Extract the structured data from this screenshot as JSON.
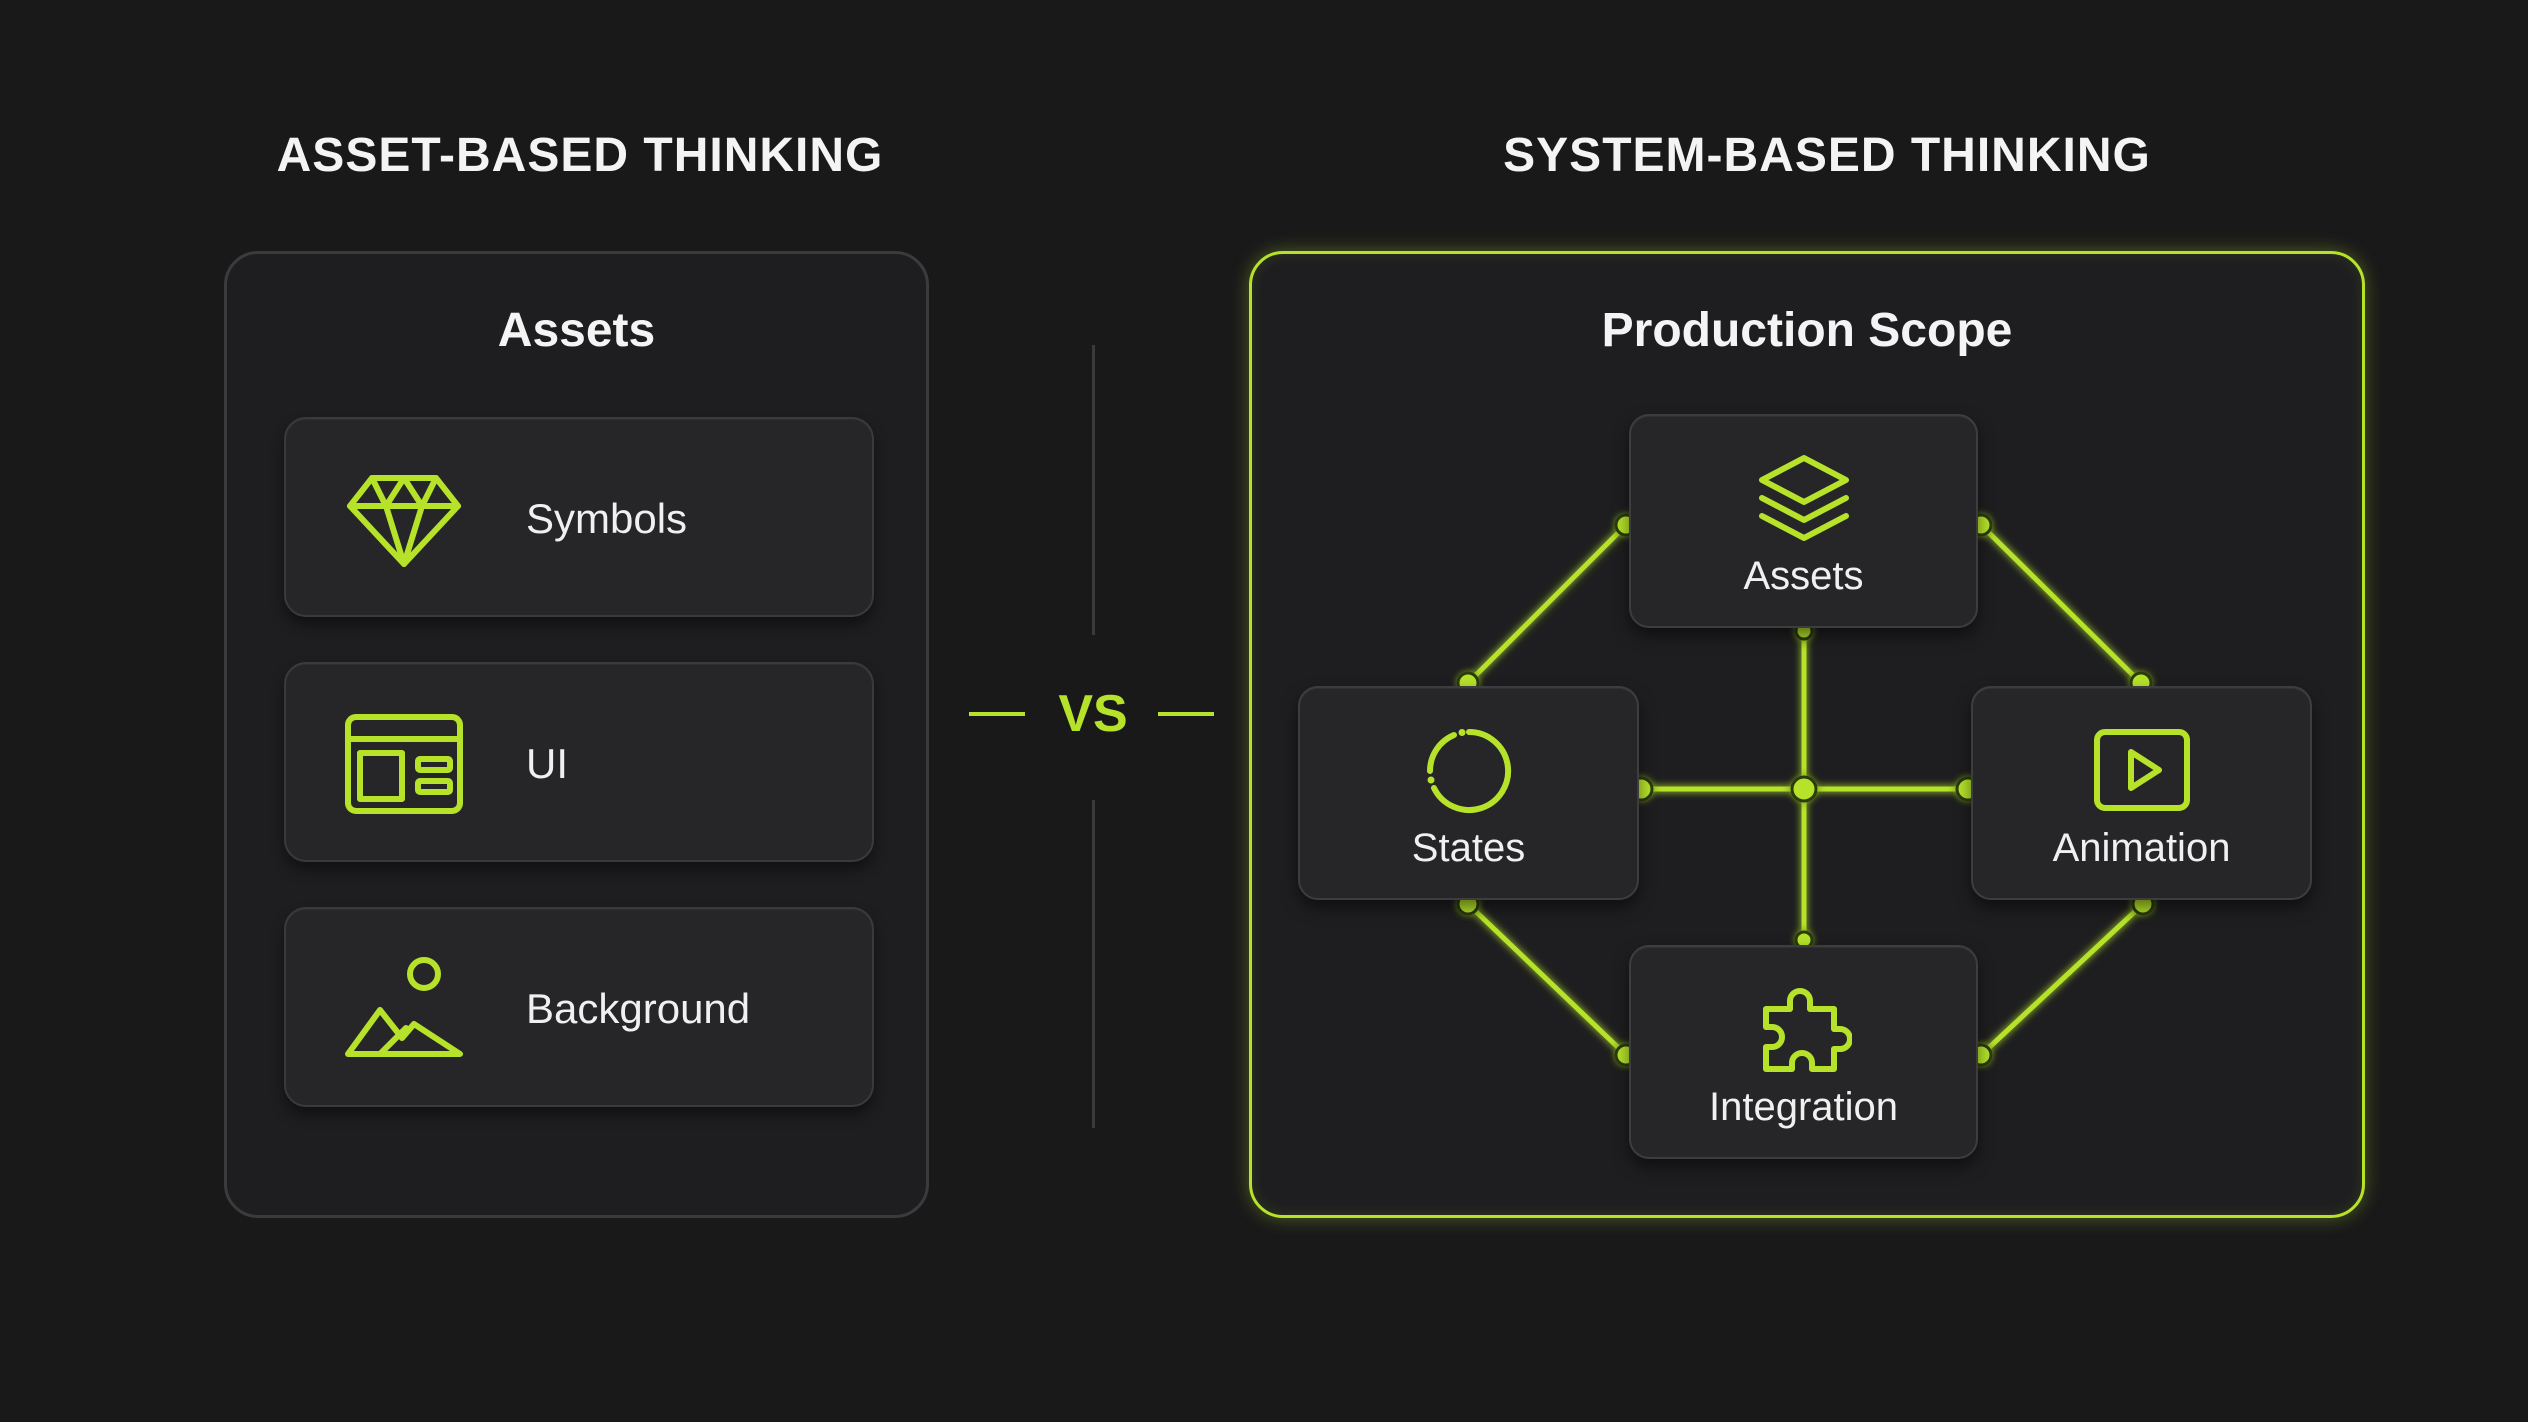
{
  "left": {
    "heading": "ASSET-BASED THINKING",
    "panel_title": "Assets",
    "items": [
      {
        "label": "Symbols",
        "icon": "diamond-icon"
      },
      {
        "label": "UI",
        "icon": "layout-icon"
      },
      {
        "label": "Background",
        "icon": "landscape-icon"
      }
    ]
  },
  "divider": {
    "label": "VS"
  },
  "right": {
    "heading": "SYSTEM-BASED THINKING",
    "panel_title": "Production Scope",
    "nodes": {
      "top": {
        "label": "Assets",
        "icon": "layers-icon"
      },
      "left": {
        "label": "States",
        "icon": "dashed-circle-icon"
      },
      "right": {
        "label": "Animation",
        "icon": "play-icon"
      },
      "bottom": {
        "label": "Integration",
        "icon": "puzzle-icon"
      }
    }
  },
  "colors": {
    "background": "#19191a",
    "accent": "#b6e32a",
    "card": "#262628",
    "text": "#f2f2f2"
  }
}
